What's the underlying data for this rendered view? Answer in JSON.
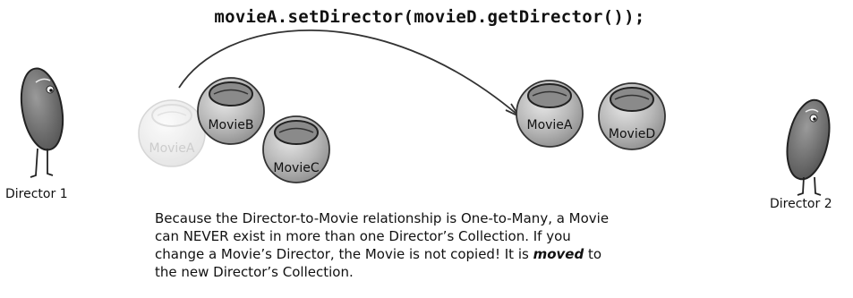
{
  "code_line": "movieA.setDirector(movieD.getDirector());",
  "directors": {
    "d1_label": "Director 1",
    "d2_label": "Director 2"
  },
  "movies": {
    "ghost": "MovieA",
    "b": "MovieB",
    "c": "MovieC",
    "a": "MovieA",
    "d": "MovieD"
  },
  "explanation": {
    "before": "Because the Director-to-Movie relationship is One-to-Many, a Movie can NEVER exist in more than one Director’s Collection. If you change a Movie’s Director, the Movie is not copied! It is ",
    "emphasis": "moved",
    "after": " to the new Director’s Collection."
  },
  "colors": {
    "movie_fill": "#b9b9b9",
    "ghost_fill": "#e9e9e9",
    "line": "#333333"
  }
}
